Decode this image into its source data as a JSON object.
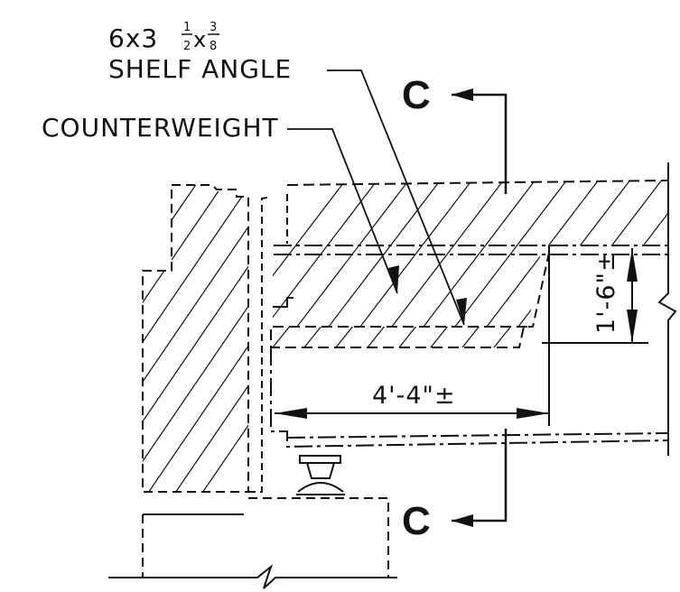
{
  "labels": {
    "angle_size_prefix": "6x3",
    "angle_frac1_num": "1",
    "angle_frac1_den": "2",
    "angle_x": "x",
    "angle_frac2_num": "3",
    "angle_frac2_den": "8",
    "shelf_angle": "SHELF ANGLE",
    "counterweight": "COUNTERWEIGHT",
    "section_top": "C",
    "section_bottom": "C",
    "dim_horizontal": "4'-4\"±",
    "dim_vertical": "1'-6\"±"
  },
  "colors": {
    "line": "#111111",
    "background": "#ffffff"
  }
}
